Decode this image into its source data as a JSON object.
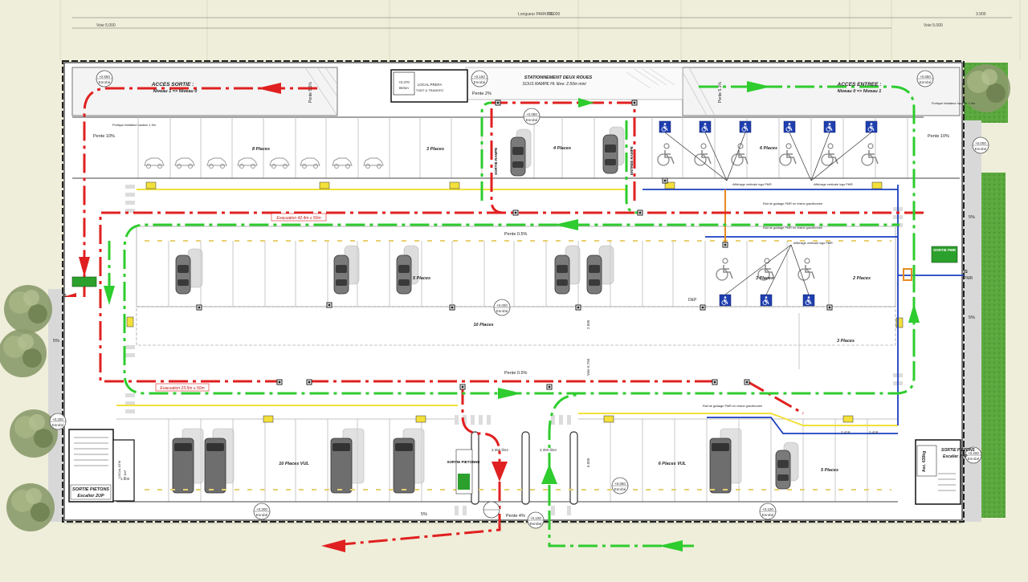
{
  "dimensions": {
    "length_label": "Longueur PARKING",
    "length_value": "70.000",
    "width_value": "3.900",
    "voie_left": "Voie 5.000",
    "voie_right": "Voie 5.000"
  },
  "access": {
    "exit_title": "ACCES SORTIE :",
    "exit_sub": "Niveau 1 => Niveau 0",
    "entry_title": "ACCES ENTREE :",
    "entry_sub": "Niveau 0 => Niveau 1",
    "ramp_left": "Pente 5.1%",
    "ramp_right": "Pente 5.1%"
  },
  "local": {
    "title": "LOCAL PREFA",
    "sub": "TGBT & TRANSFO",
    "level": "+0.370",
    "material": "Beton"
  },
  "two_wheels": {
    "title": "STATIONNEMENT DEUX ROUES",
    "sub": "SOUS RAMPE Ht. libre: 2.50m mini"
  },
  "levels": {
    "top_left": "+0.550",
    "top_left_sub": "Enrobé",
    "local_right": "+0.150",
    "local_right_sub": "Enrobé",
    "top_right": "+0.550",
    "top_right_sub": "Enrobé",
    "ramp_top": "+0.080",
    "ramp_top_sub": "Enrobé",
    "center": "+0.000",
    "center_sub": "Enrobé",
    "right_side": "+0.000",
    "right_side_sub": "Enrobé",
    "bottom_left": "+0.300",
    "bottom_left_sub": "Enrobé",
    "bottom_mid": "+0.100",
    "bottom_mid_sub": "Enrobé",
    "bottom_right": "+0.100",
    "bottom_right_sub": "Enrobé",
    "bottom_lane": "+0.060",
    "bottom_lane_sub": "Enrobé",
    "stair_left": "+0.200",
    "stair_left_sub": "Enrobé",
    "stair_right": "+0.200",
    "stair_right_sub": "Enrobé"
  },
  "slopes": {
    "pente_left": "Pente 10%",
    "pente_right": "Pente 10%",
    "pente_top_road": "Pente 2%",
    "pente_mid1": "Pente 0.5%",
    "pente_mid2": "Pente 0.5%",
    "pente_bottom": "Pente 4%",
    "pct_5_right_top": "5%",
    "pct_5_right_bot": "5%",
    "pct_5_left": "5%",
    "pct_5_bottom": "5%"
  },
  "places": {
    "p8": "8 Places",
    "p3a": "3 Places",
    "p4": "4 Places",
    "p6_pmr": "6 Places",
    "p5a": "5 Places",
    "p10": "10 Places",
    "p3b": "3 Places",
    "p2": "2 Places",
    "p3c": "3 Places",
    "p10_vul": "10 Places VUL",
    "p6_vul": "6 Places VUL",
    "p5b": "5 Places"
  },
  "ramps": {
    "sortie": "SORTIE RAMPE",
    "entree": "ENTREE RAMPE"
  },
  "evacuation": {
    "ev1": "Evacuation 42.4m ≤ 50m",
    "ev2": "Evacuation 23.5m ≤ 50m"
  },
  "pmr": {
    "display1": "Affichage verticale logo PMR",
    "display2": "Affichage verticale logo PMR",
    "display3": "Affichage verticale logo PMR",
    "guidance1": "Rail de guidage PMR en résine gravillonnée",
    "guidance2": "Rail de guidage PMR en résine gravillonnée",
    "guidance3": "Rail de guidage PMR en résine gravillonnée",
    "dep": "DEP"
  },
  "portique": {
    "left": "Portique limitateur hauteur 1.9m",
    "right": "Portique limitateur hauteur 1.9m"
  },
  "exits": {
    "sortie_pmr": "SORTIE PMR",
    "sortie_pietons_left": "SORTIE PIETONS",
    "escalier_left": "Escalier 2UP",
    "sortie_pietons_right": "SORTIE PIETONS",
    "escalier_right": "Escalier 2UP",
    "sortie_pietonne": "SORTIE PIETONNE",
    "asc": "Asc. 630kg",
    "is_left": "IS",
    "is_right": "IS",
    "pmr_tag": "PMR",
    "local_atm": "LOCAL ATM",
    "local_atm_area": "7.3m²"
  },
  "measures": {
    "m1": "3.350 libre",
    "m2": "3.350 libre",
    "m3": "2.500",
    "m4": "Voie 6.750",
    "m5": "6.000",
    "m6": "1.500",
    "m7": "2.418",
    "m8": "2.418"
  },
  "colors": {
    "exit_red": "#e02020",
    "entry_green": "#2ecc2e",
    "pmr_blue": "#1b3fbf",
    "marking_yellow": "#f3e03a",
    "grass": "#55a83a",
    "pmr_sign": "#1f3fb0"
  }
}
